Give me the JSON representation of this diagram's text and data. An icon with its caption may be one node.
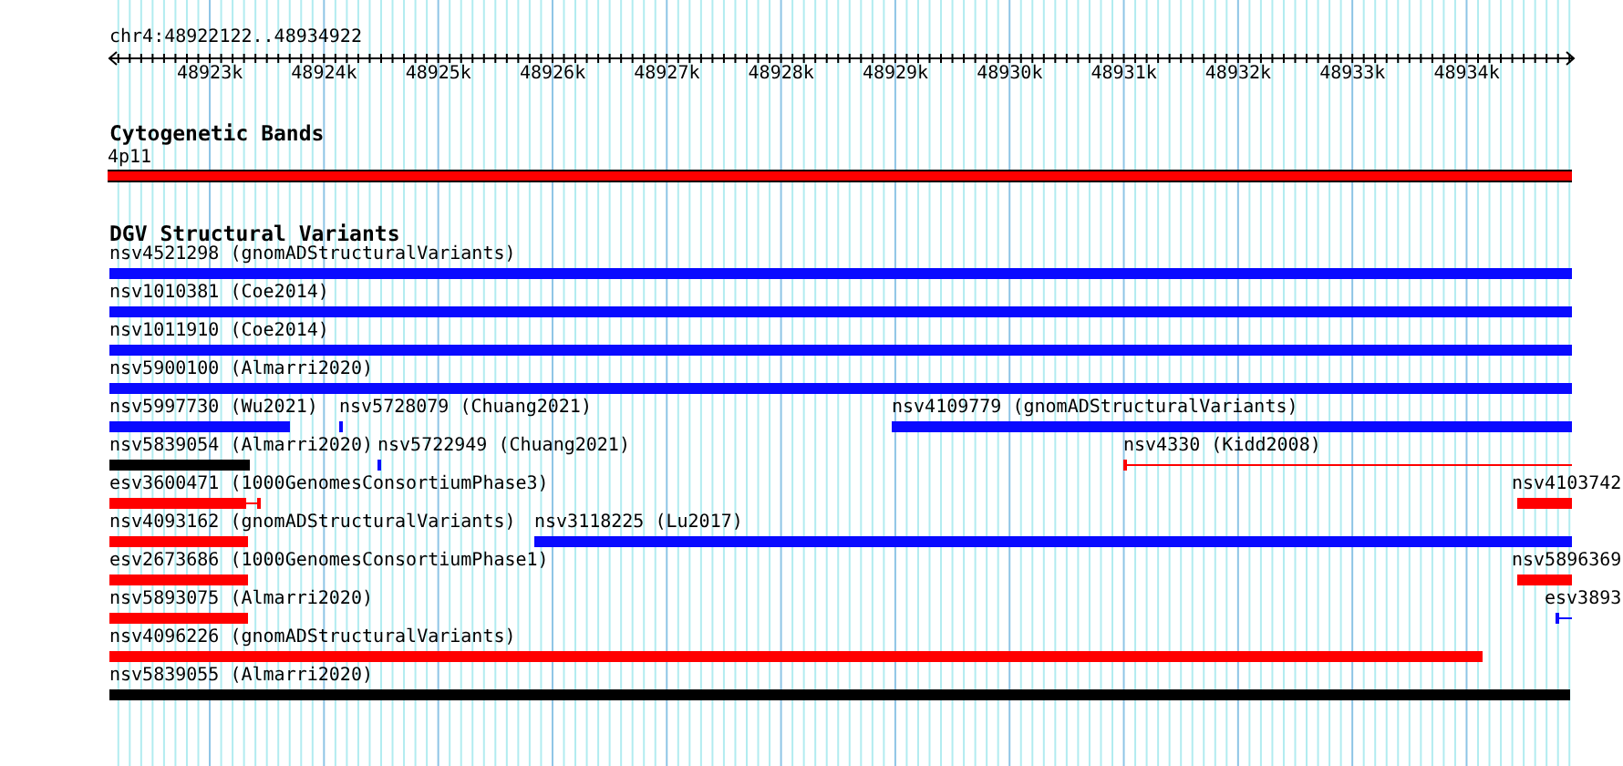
{
  "diagram": {
    "nodes": [
      {
        "text": [
          "4p11"
        ]
      },
      {
        "text": [
          "nsv4521298 (gnomADStructuralVariants)"
        ]
      },
      {
        "text": [
          "nsv1010381 (Coe2014)"
        ]
      },
      {
        "text": [
          "nsv1011910 (Coe2014)"
        ]
      },
      {
        "text": [
          "nsv5900100 (Almarri2020)"
        ]
      },
      {
        "text": [
          "nsv5997730 (Wu2021)"
        ]
      },
      {
        "text": [
          "nsv5728079 (Chuang2021)"
        ]
      },
      {
        "text": [
          "nsv4109779 (gnomADStructuralVariants)"
        ]
      },
      {
        "text": [
          "nsv5839054 (Almarri2020)"
        ]
      },
      {
        "text": [
          "nsv5722949 (Chuang2021)"
        ]
      },
      {
        "text": [
          "nsv4330 (Kidd2008)"
        ]
      },
      {
        "text": [
          "esv3600471 (1000GenomesConsortiumPhase3)"
        ]
      },
      {
        "text": [
          "nsv4103742"
        ]
      },
      {
        "text": [
          "nsv4093162 (gnomADStructuralVariants)"
        ]
      },
      {
        "text": [
          "nsv3118225 (Lu2017)"
        ]
      },
      {
        "text": [
          "esv2673686 (1000GenomesConsortiumPhase1)"
        ]
      },
      {
        "text": [
          "nsv5896369"
        ]
      },
      {
        "text": [
          "nsv5893075 (Almarri2020)"
        ]
      },
      {
        "text": [
          "esv3893"
        ]
      },
      {
        "text": [
          "nsv4096226 (gnomADStructuralVariants)"
        ]
      },
      {
        "text": [
          "nsv5839055 (Almarri2020)"
        ]
      }
    ],
    "labels": [
      "chr4:48922122..48934922",
      "48923k",
      "48924k",
      "48925k",
      "48926k",
      "48927k",
      "48928k",
      "48929k",
      "48930k",
      "48931k",
      "48932k",
      "48933k",
      "48934k",
      "Cytogenetic Bands",
      "DGV Structural Variants"
    ]
  }
}
